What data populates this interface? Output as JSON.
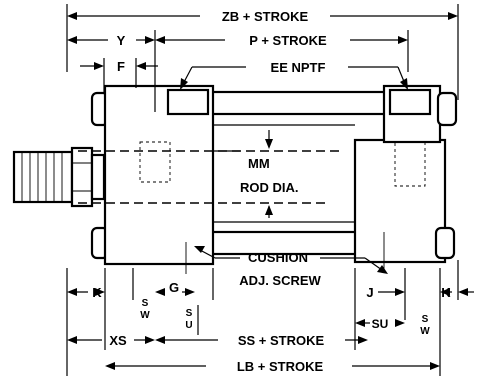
{
  "labels": {
    "zb": "ZB + STROKE",
    "y": "Y",
    "p": "P + STROKE",
    "f": "F",
    "ee": "EE NPTF",
    "mm": "MM",
    "rod": "ROD DIA.",
    "cushion": "CUSHION",
    "adj": "ADJ. SCREW",
    "k_left": "K",
    "sw_left": [
      "S",
      "W"
    ],
    "g": "G",
    "su_left": [
      "S",
      "U"
    ],
    "j": "J",
    "k_right": "K",
    "xs": "XS",
    "ss": "SS + STROKE",
    "su_right": "SU",
    "sw_right": [
      "S",
      "W"
    ],
    "lb": "LB + STROKE"
  }
}
